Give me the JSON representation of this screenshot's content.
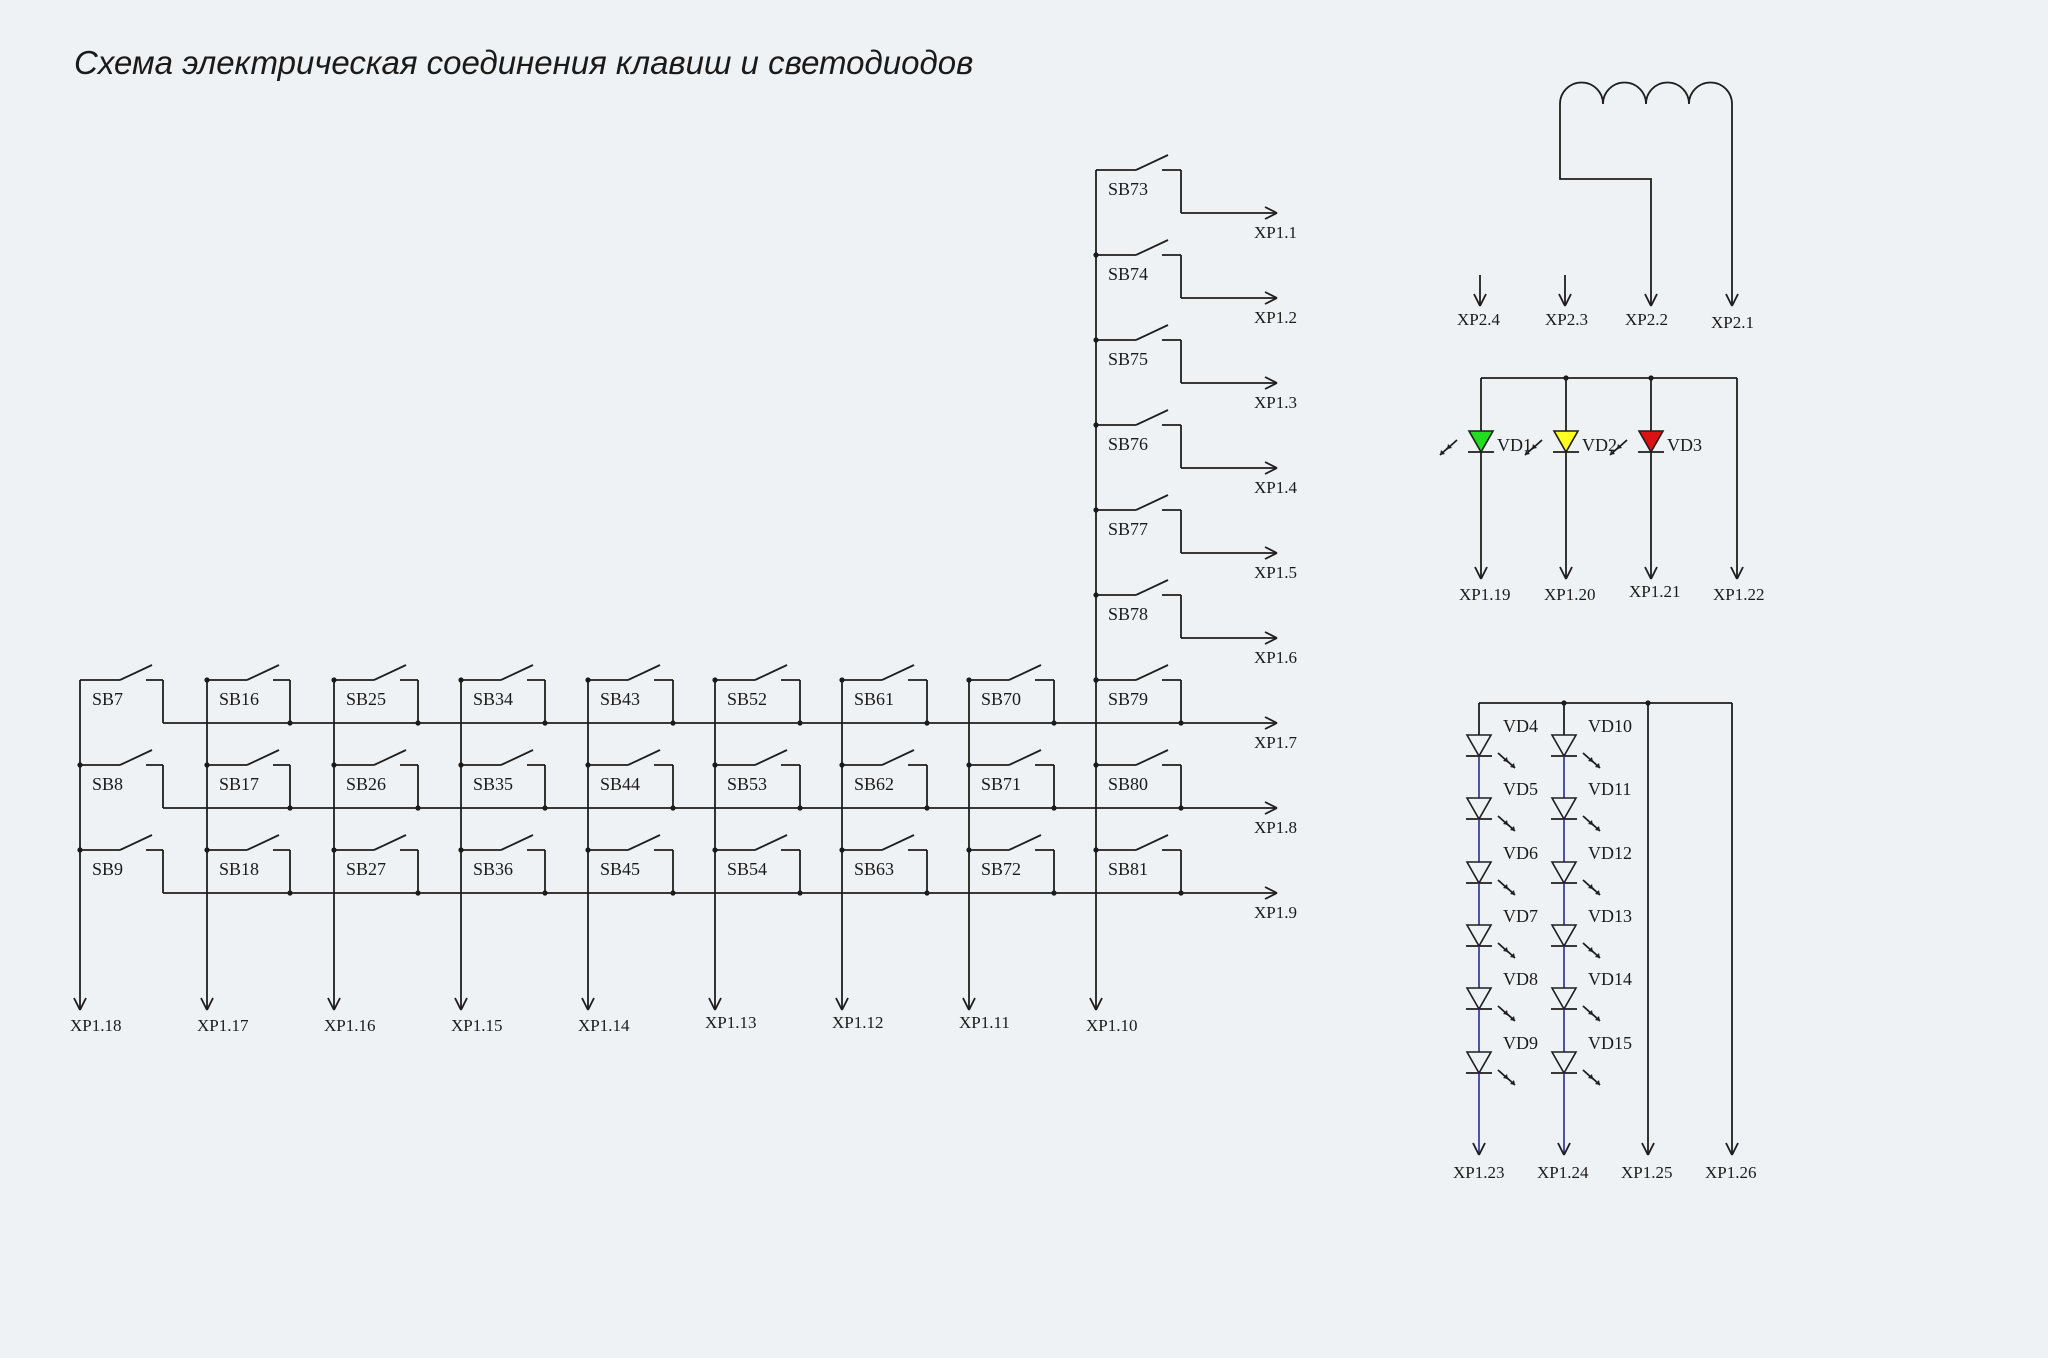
{
  "title": "Схема электрическая соединения клавиш и светодиодов",
  "colors": {
    "background": "#eef2f5",
    "wire": "#1e1e1e",
    "led_green": "#22dd22",
    "led_yellow": "#ffff22",
    "led_red": "#dd1111",
    "led_chain_wire": "#2a2a8c"
  },
  "keyboard": {
    "column_switches": [
      "SB73",
      "SB74",
      "SB75",
      "SB76",
      "SB77",
      "SB78"
    ],
    "column_outputs": [
      "XP1.1",
      "XP1.2",
      "XP1.3",
      "XP1.4",
      "XP1.5",
      "XP1.6"
    ],
    "matrix": [
      [
        "SB7",
        "SB16",
        "SB25",
        "SB34",
        "SB43",
        "SB52",
        "SB61",
        "SB70",
        "SB79"
      ],
      [
        "SB8",
        "SB17",
        "SB26",
        "SB35",
        "SB44",
        "SB53",
        "SB62",
        "SB71",
        "SB80"
      ],
      [
        "SB9",
        "SB18",
        "SB27",
        "SB36",
        "SB45",
        "SB54",
        "SB63",
        "SB72",
        "SB81"
      ]
    ],
    "row_outputs": [
      "XP1.7",
      "XP1.8",
      "XP1.9"
    ],
    "column_bottom_outputs": [
      "XP1.18",
      "XP1.17",
      "XP1.16",
      "XP1.15",
      "XP1.14",
      "XP1.13",
      "XP1.12",
      "XP1.11",
      "XP1.10"
    ]
  },
  "coil": {
    "outputs": [
      "XP2.4",
      "XP2.3",
      "XP2.2",
      "XP2.1"
    ]
  },
  "indicator_leds": {
    "labels": [
      "VD1",
      "VD2",
      "VD3"
    ],
    "colors": [
      "green",
      "yellow",
      "red"
    ],
    "outputs": [
      "XP1.19",
      "XP1.20",
      "XP1.21",
      "XP1.22"
    ]
  },
  "led_chains": {
    "left": [
      "VD4",
      "VD5",
      "VD6",
      "VD7",
      "VD8",
      "VD9"
    ],
    "right": [
      "VD10",
      "VD11",
      "VD12",
      "VD13",
      "VD14",
      "VD15"
    ],
    "outputs": [
      "XP1.23",
      "XP1.24",
      "XP1.25",
      "XP1.26"
    ]
  }
}
